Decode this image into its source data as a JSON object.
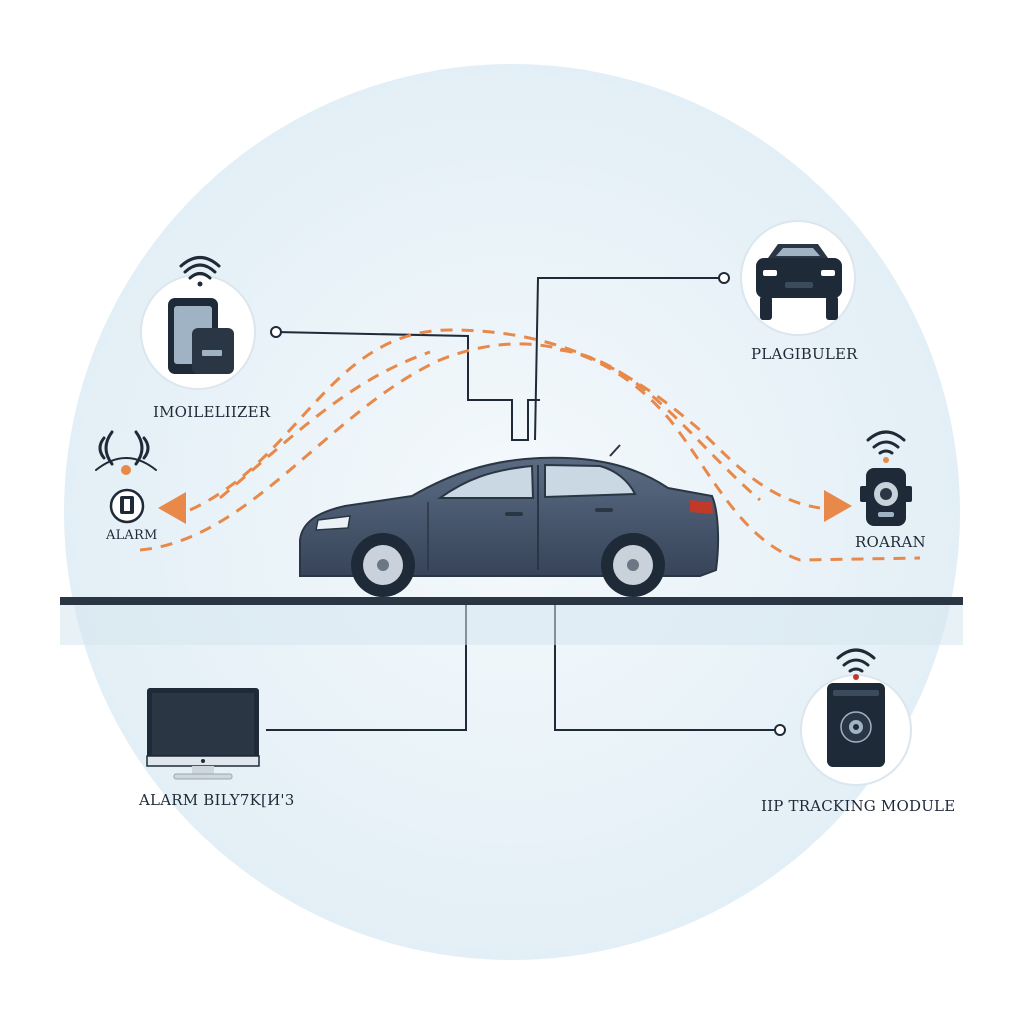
{
  "labels": {
    "immobilizer": "IMOILELIIZER",
    "plagibuler": "PLAGIBULER",
    "alarm": "ALARM",
    "roaran": "ROARAN",
    "alarm_system": "ALARM BILY7K[И'3",
    "tracking_module": "IIP TRACKING MODULE"
  },
  "colors": {
    "background_circle": "#e6f1f7",
    "line": "#1f2a38",
    "signal_path": "#e8894a",
    "car_body": "#465569",
    "ground": "#2b3645"
  },
  "icons": {
    "immobilizer": "phone-and-keyfob-icon",
    "plagibuler": "car-front-icon",
    "alarm": "siren-icon",
    "roaran": "remote-device-icon",
    "alarm_system": "monitor-icon",
    "tracking_module": "tracking-box-icon"
  }
}
